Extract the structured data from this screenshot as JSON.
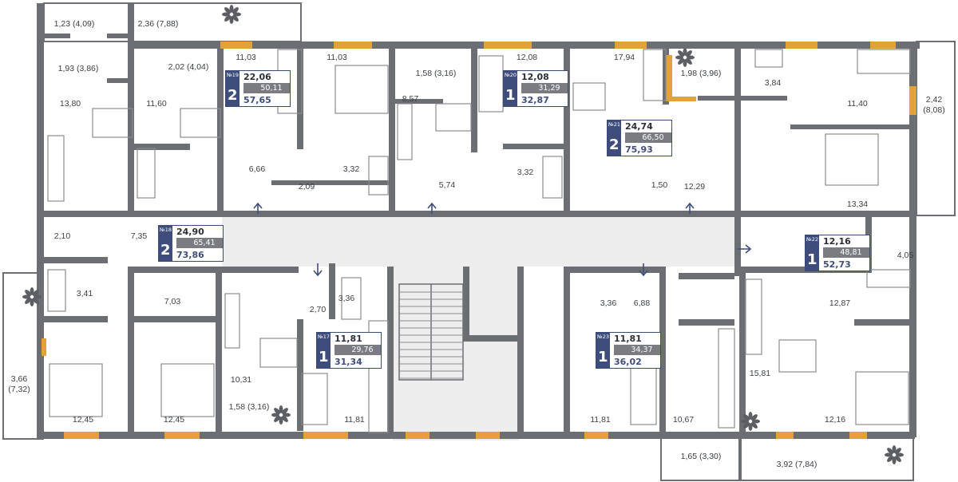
{
  "colors": {
    "wall": "#6b6e73",
    "window": "#e3a13a",
    "corridor": "#ededed",
    "furniture_stroke": "#8a8d92",
    "badge_accent": "#3f4d7c",
    "badge_mid": "#7a7c82",
    "arrow": "#3f4d7c",
    "plant": "#5b5e63"
  },
  "apartments": [
    {
      "no": "№19",
      "rooms": "2",
      "living": "22,06",
      "mid": "50,11",
      "total": "57,65"
    },
    {
      "no": "№20",
      "rooms": "1",
      "living": "12,08",
      "mid": "31,29",
      "total": "32,87"
    },
    {
      "no": "№21",
      "rooms": "2",
      "living": "24,74",
      "mid": "66,50",
      "total": "75,93"
    },
    {
      "no": "№18",
      "rooms": "2",
      "living": "24,90",
      "mid": "65,41",
      "total": "73,86"
    },
    {
      "no": "№22",
      "rooms": "1",
      "living": "12,16",
      "mid": "48,81",
      "total": "52,73"
    },
    {
      "no": "№17",
      "rooms": "1",
      "living": "11,81",
      "mid": "29,76",
      "total": "31,34"
    },
    {
      "no": "№23",
      "rooms": "1",
      "living": "11,81",
      "mid": "34,37",
      "total": "36,02"
    }
  ],
  "rooms": [
    "1,23 (4,09)",
    "2,36 (7,88)",
    "1,93 (3,86)",
    "2,02 (4,04)",
    "11,03",
    "11,03",
    "1,58 (3,16)",
    "12,08",
    "17,94",
    "1,98 (3,96)",
    "3,84",
    "13,80",
    "11,60",
    "8,57",
    "11,40",
    "2,42 (8,08)",
    "6,66",
    "3,32",
    "3,32",
    "2,09",
    "5,74",
    "1,50",
    "12,29",
    "13,34",
    "2,10",
    "7,35",
    "4,05",
    "7,03",
    "3,41",
    "2,70",
    "3,36",
    "3,36",
    "6,88",
    "12,87",
    "10,31",
    "15,81",
    "3,66 (7,32)",
    "12,45",
    "12,45",
    "1,58 (3,16)",
    "11,81",
    "11,81",
    "10,67",
    "12,16",
    "1,65 (3,30)",
    "3,92 (7,84)"
  ]
}
